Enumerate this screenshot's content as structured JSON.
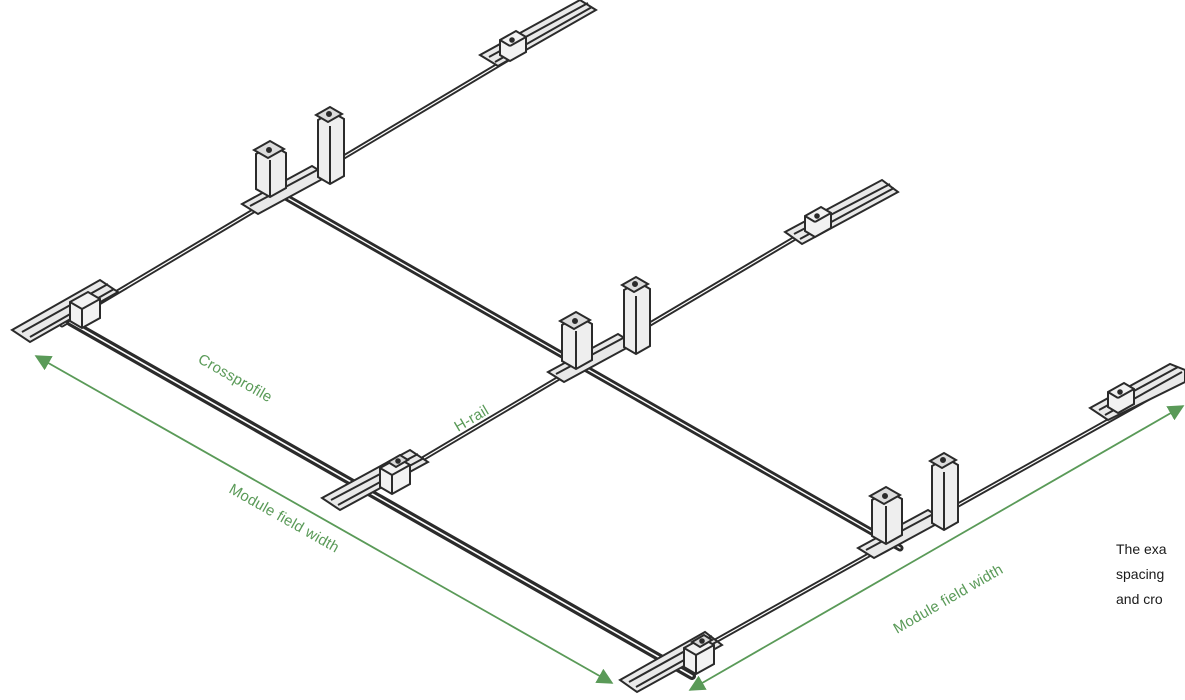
{
  "colors": {
    "annotation": "#5a9a58",
    "structure": "#2b2b2b",
    "caption_text": "#1a1a1a",
    "background": "#ffffff"
  },
  "labels": {
    "crossprofile": "Crossprofile",
    "h_rail": "H-rail",
    "module_field_width_left": "Module field width",
    "module_field_width_right": "Module field width"
  },
  "caption_lines": [
    "The exa",
    "spacing",
    "and cro"
  ]
}
